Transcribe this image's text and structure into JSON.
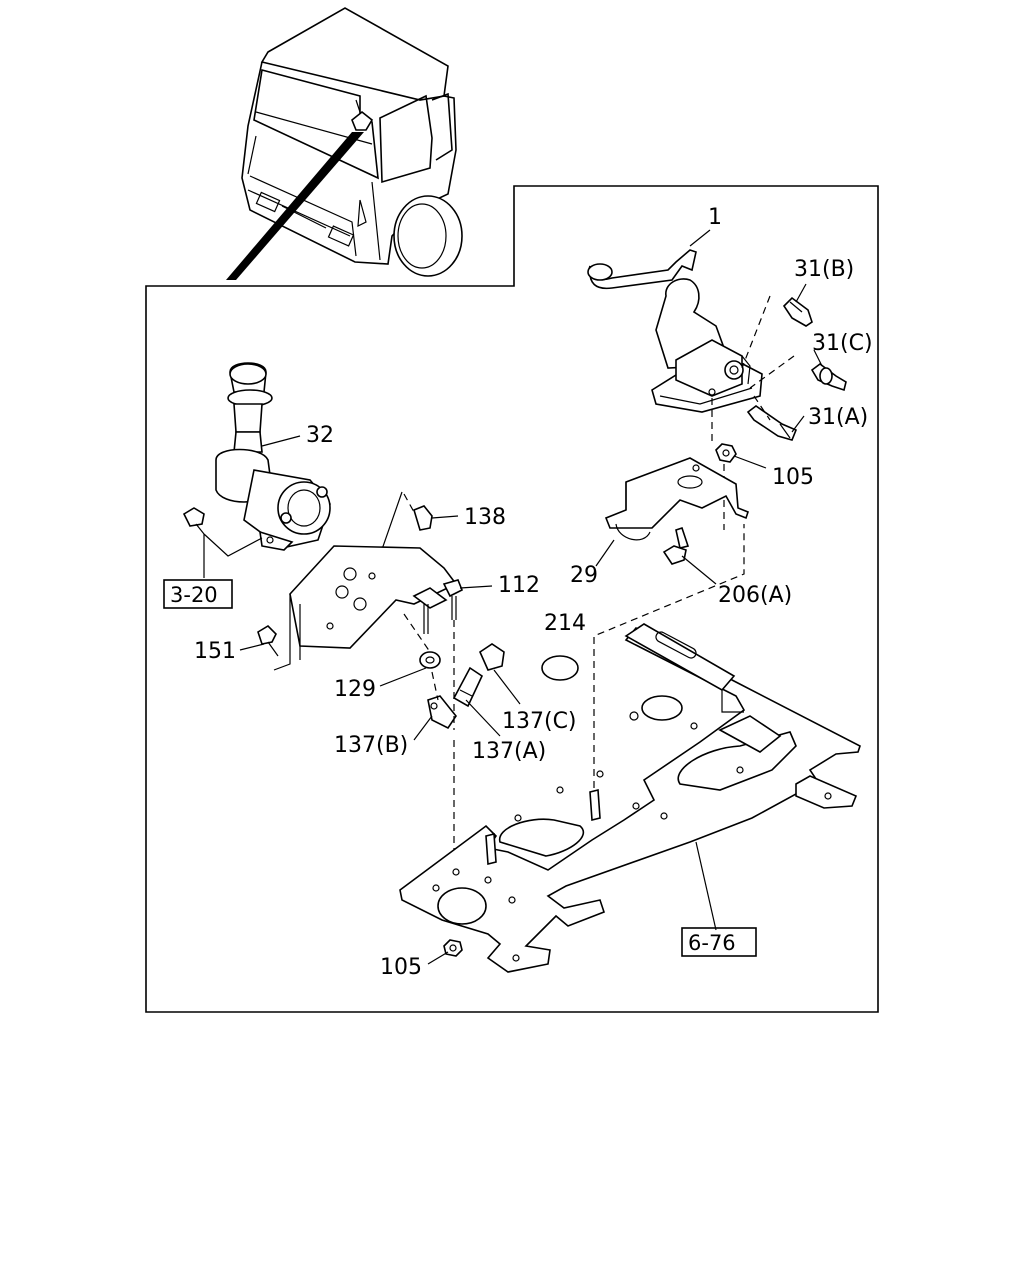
{
  "callouts": {
    "c1": "1",
    "c31b": "31(B)",
    "c31c": "31(C)",
    "c31a": "31(A)",
    "c105_top": "105",
    "c32": "32",
    "c138": "138",
    "c112": "112",
    "c29": "29",
    "c206a": "206(A)",
    "c214": "214",
    "c151": "151",
    "c129": "129",
    "c137c": "137(C)",
    "c137b": "137(B)",
    "c137a": "137(A)",
    "c105_bottom": "105"
  },
  "references": {
    "r3_20": "3-20",
    "r6_76": "6-76"
  }
}
